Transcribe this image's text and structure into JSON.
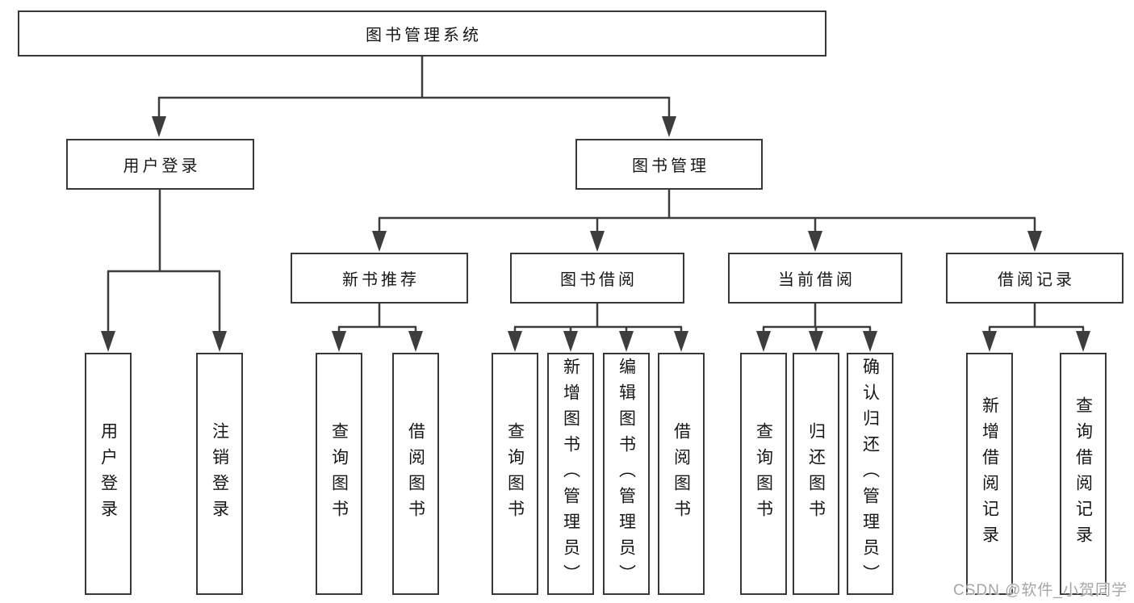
{
  "watermark": "CSDN @软件_小贺同学",
  "colors": {
    "line": "#3d3d3d",
    "box_border": "#383838",
    "box_fill": "#ffffff",
    "text": "#161616",
    "watermark": "#a6a6a6"
  },
  "tree": {
    "root": {
      "label": "图书管理系统"
    },
    "branches": [
      {
        "label": "用户登录",
        "children": [
          {
            "label": "用户登录"
          },
          {
            "label": "注销登录"
          }
        ]
      },
      {
        "label": "图书管理",
        "children": [
          {
            "label": "新书推荐",
            "children": [
              {
                "label": "查询图书"
              },
              {
                "label": "借阅图书"
              }
            ]
          },
          {
            "label": "图书借阅",
            "children": [
              {
                "label": "查询图书"
              },
              {
                "label": "新增图书（管理员）"
              },
              {
                "label": "编辑图书（管理员）"
              },
              {
                "label": "借阅图书"
              }
            ]
          },
          {
            "label": "当前借阅",
            "children": [
              {
                "label": "查询图书"
              },
              {
                "label": "归还图书"
              },
              {
                "label": "确认归还（管理员）"
              }
            ]
          },
          {
            "label": "借阅记录",
            "children": [
              {
                "label": "新增借阅记录"
              },
              {
                "label": "查询借阅记录"
              }
            ]
          }
        ]
      }
    ]
  }
}
